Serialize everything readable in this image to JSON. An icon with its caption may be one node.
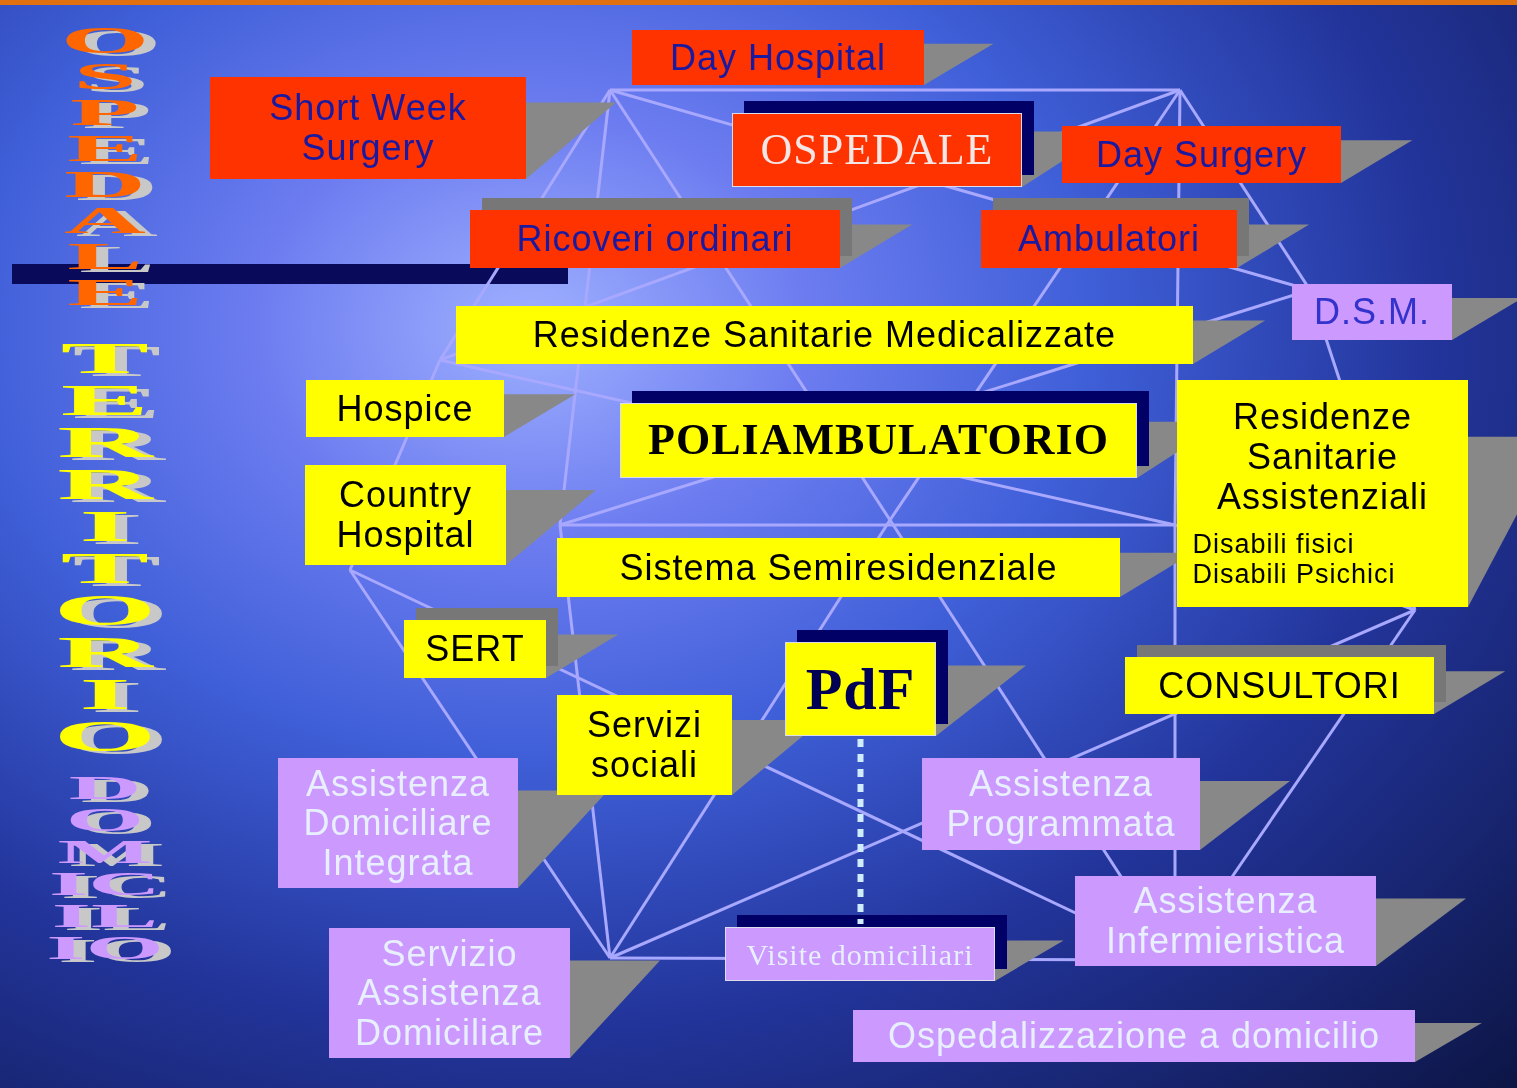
{
  "diagram": {
    "nodes": [
      {
        "text": [
          "Day Hospital"
        ]
      },
      {
        "text": [
          "Short Week Surgery"
        ]
      },
      {
        "text": [
          "OSPEDALE"
        ]
      },
      {
        "text": [
          "Day Surgery"
        ]
      },
      {
        "text": [
          "Ricoveri ordinari"
        ]
      },
      {
        "text": [
          "Ambulatori"
        ]
      },
      {
        "text": [
          "D.S.M."
        ]
      },
      {
        "text": [
          "Residenze Sanitarie Medicalizzate"
        ]
      },
      {
        "text": [
          "Hospice"
        ]
      },
      {
        "text": [
          "POLIAMBULATORIO"
        ]
      },
      {
        "text": [
          "Residenze Sanitarie Assistenziali",
          "Disabili fisici Disabili Psichici"
        ]
      },
      {
        "text": [
          "Country Hospital"
        ]
      },
      {
        "text": [
          "Sistema Semiresidenziale"
        ]
      },
      {
        "text": [
          "SERT"
        ]
      },
      {
        "text": [
          "CONSULTORI"
        ]
      },
      {
        "text": [
          "PdF"
        ]
      },
      {
        "text": [
          "Servizi sociali"
        ]
      },
      {
        "text": [
          "Assistenza Domiciliare Integrata"
        ]
      },
      {
        "text": [
          "Assistenza Programmata"
        ]
      },
      {
        "text": [
          "Assistenza Infermieristica"
        ]
      },
      {
        "text": [
          "Servizio Assistenza Domiciliare"
        ]
      },
      {
        "text": [
          "Visite domiciliari"
        ]
      },
      {
        "text": [
          "Ospedalizzazione a domicilio"
        ]
      }
    ],
    "edges": [
      {
        "from": 15,
        "to": 21,
        "arrow": "none",
        "style": "dashed"
      }
    ],
    "labels": [
      "OSPEDALE",
      "TERRITORIO",
      "DOMICILIO"
    ]
  }
}
